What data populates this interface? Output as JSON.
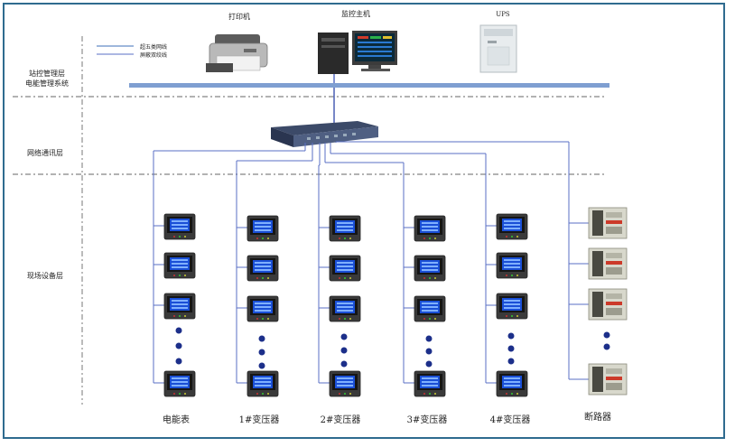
{
  "devices": {
    "printer": "打印机",
    "host": "监控主机",
    "ups": "UPS"
  },
  "legend": {
    "line1": "超五类网线",
    "line2": "屏蔽双绞线"
  },
  "layers": {
    "station_line1": "站控管理层",
    "station_line2": "电能管理系统",
    "network": "网络通讯层",
    "field": "现场设备层"
  },
  "columns": [
    {
      "label": "电能表"
    },
    {
      "label": "1#变压器"
    },
    {
      "label": "2#变压器"
    },
    {
      "label": "3#变压器"
    },
    {
      "label": "4#变压器"
    },
    {
      "label": "断路器"
    }
  ],
  "colors": {
    "frame": "#2f6b8f",
    "bus": "#7f9fd1",
    "wire": "#5a6fc4",
    "meter_screen": "#1a4fd6",
    "dots": "#1c2f8a"
  }
}
